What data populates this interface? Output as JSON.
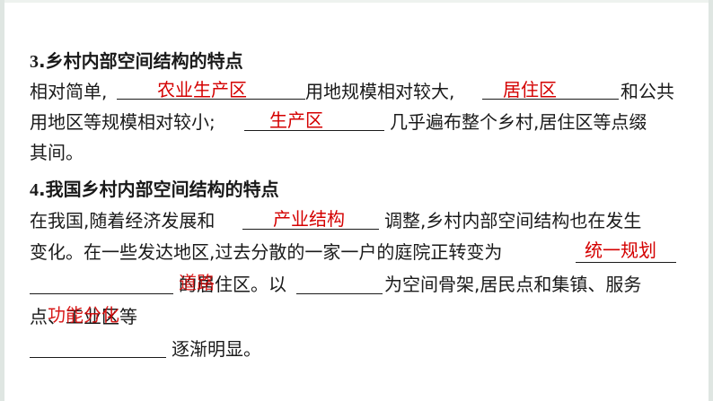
{
  "section3": {
    "heading_num": "3",
    "heading_text": ".乡村内部空间结构的特点",
    "line1_a": "相对简单,",
    "line1_b": "用地规模相对较大,",
    "line1_c": "和公共",
    "line2_a": "用地区等规模相对较小;",
    "line2_b": "几乎遍布整个乡村,居住区等点缀",
    "line3": "其间。",
    "answers": {
      "a1": "农业生产区",
      "a2": "居住区",
      "a3": "生产区"
    }
  },
  "section4": {
    "heading_num": "4",
    "heading_text": ".我国乡村内部空间结构的特点",
    "line1_a": "在我国,随着经济发展和",
    "line1_b": "调整,乡村内部空间结构也在发生",
    "line2": "变化。在一些发达地区,过去分散的一家一户的庭院正转变为",
    "line3_a": "的居住区。以",
    "line3_b": "为空间骨架,居民点和集镇、服务",
    "line4": "点、工业区等",
    "line5": "逐渐明显。",
    "answers": {
      "a1": "产业结构",
      "a2": "统一规划",
      "a3": "道路",
      "a4": "功能分化"
    }
  },
  "colors": {
    "answer": "#d40000",
    "text": "#1a1a1a",
    "frame": "#dfe6e2"
  }
}
